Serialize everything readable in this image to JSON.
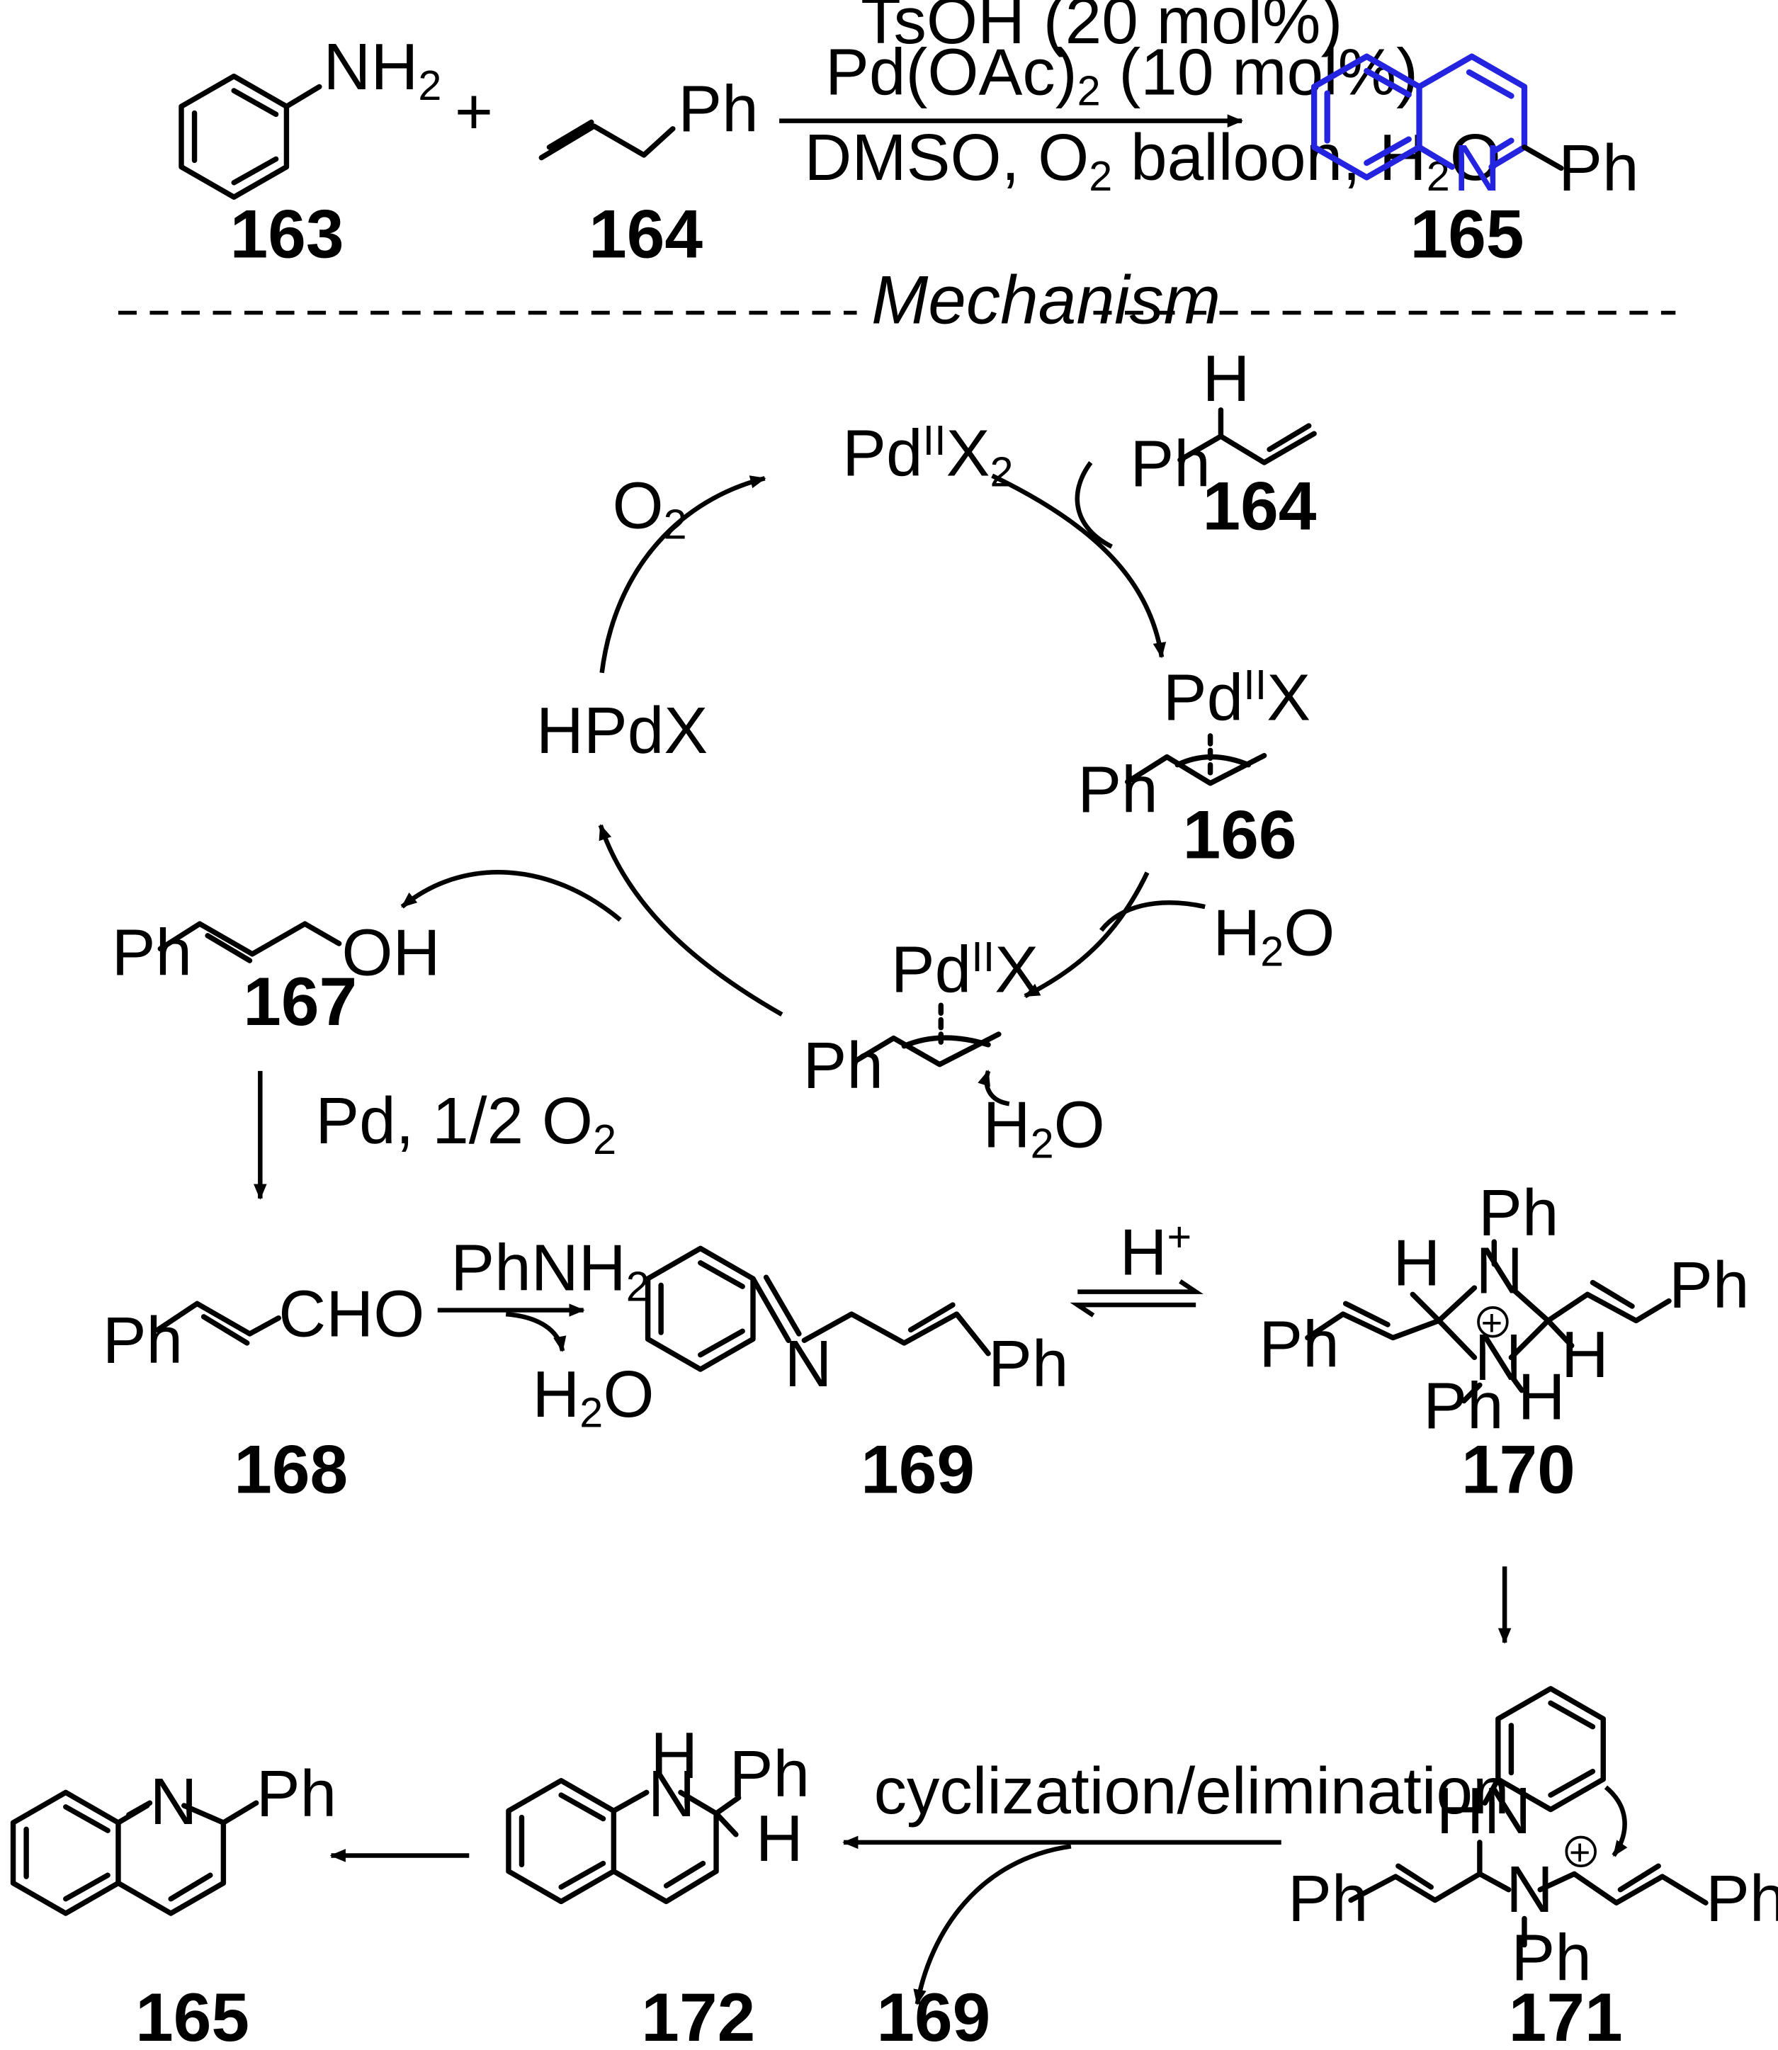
{
  "top_reaction": {
    "aniline_group": "NH",
    "aniline_sub": "2",
    "plus": "+",
    "allyl_ph": "Ph",
    "cond1": "TsOH (20 mol%)",
    "cond2a": "Pd(OAc)",
    "cond2b": "2",
    "cond2c": " (10 mol%)",
    "cond3a": "DMSO, O",
    "cond3b": "2",
    "cond3c": " balloon, H",
    "cond3d": "2",
    "cond3e": "O",
    "product_n": "N",
    "product_ph": "Ph",
    "labels": [
      "163",
      "164",
      "165"
    ],
    "colors": {
      "product": "#2323e0"
    }
  },
  "mechanism_header": "Mechanism",
  "cycle": {
    "pdx2_a": "Pd",
    "pdx2_sup": "II",
    "pdx2_b": "X",
    "pdx2_sub": "2",
    "o2_a": "O",
    "o2_sub": "2",
    "hpdx": "HPdX",
    "allyl_h": "H",
    "allyl_ph": "Ph",
    "label_164": "164",
    "pd166_a": "Pd",
    "pd166_sup": "II",
    "pd166_b": "X",
    "ph166": "Ph",
    "label_166": "166",
    "h2o_a": "H",
    "h2o_sub": "2",
    "h2o_b": "O",
    "pd_lower_a": "Pd",
    "pd_lower_sup": "II",
    "pd_lower_b": "X",
    "ph_lower": "Ph",
    "h2o2_a": "H",
    "h2o2_sub": "2",
    "h2o2_b": "O"
  },
  "cinnamyl_alcohol": {
    "ph": "Ph",
    "oh": "OH",
    "label": "167"
  },
  "oxidation": {
    "a": "Pd, 1/2 O",
    "sub": "2"
  },
  "aldehyde": {
    "ph": "Ph",
    "cho": "CHO",
    "label": "168"
  },
  "imine_step": {
    "reag_a": "PhNH",
    "reag_sub": "2",
    "byp_a": "H",
    "byp_sub": "2",
    "byp_b": "O"
  },
  "imine": {
    "n": "N",
    "ph": "Ph",
    "label": "169"
  },
  "equilibrium": {
    "h": "H",
    "plus": "+"
  },
  "diazetidinium": {
    "ph_top": "Ph",
    "n_top": "N",
    "h_left": "H",
    "ph_right": "Ph",
    "ph_left": "Ph",
    "charge": "+",
    "n_bottom": "N",
    "h_right": "H",
    "h_bottom": "H",
    "ph_bottom": "Ph",
    "label": "170"
  },
  "ring_opened": {
    "hn": "HN",
    "charge": "+",
    "n": "N",
    "ph_left": "Ph",
    "ph_right": "Ph",
    "ph_bottom": "Ph",
    "label": "171"
  },
  "cyclization": {
    "text": "cyclization/elimination",
    "byproduct_label": "169"
  },
  "dihydroquinoline": {
    "nh_h": "H",
    "nh_n": "N",
    "ph": "Ph",
    "h": "H",
    "label": "172"
  },
  "final_product": {
    "n": "N",
    "ph": "Ph",
    "label": "165"
  }
}
